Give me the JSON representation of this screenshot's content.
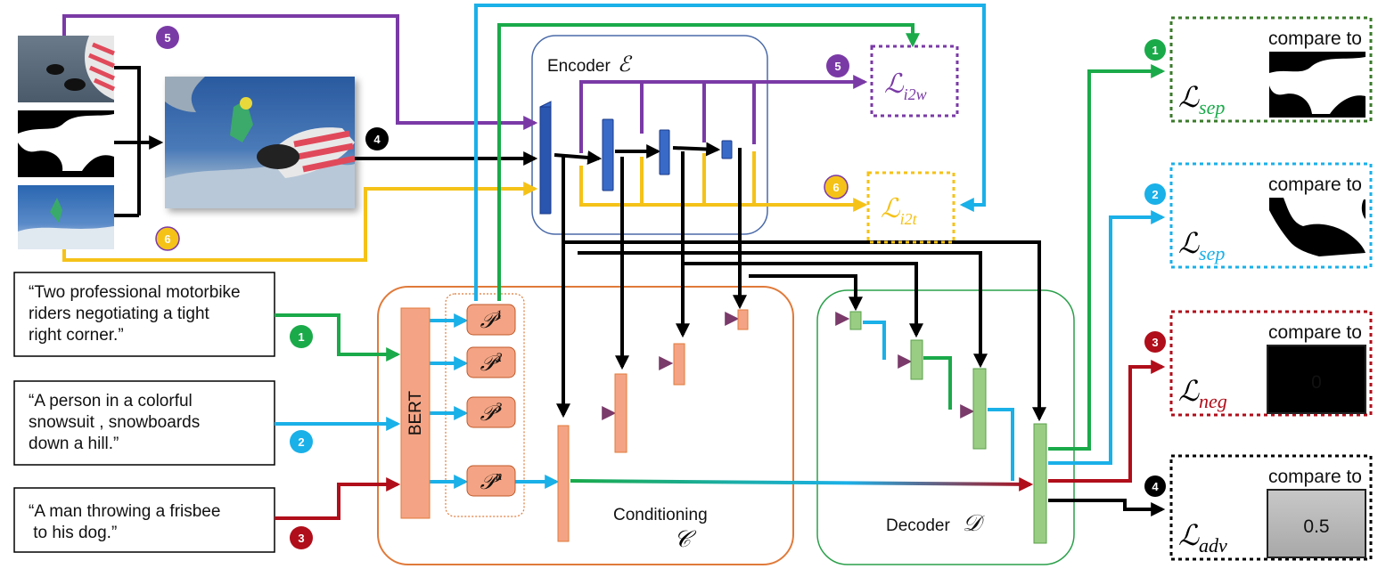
{
  "colors": {
    "green": "#1aaa4a",
    "blue": "#1ab0e8",
    "red": "#b00e1a",
    "purple": "#7a3aa6",
    "yellow": "#f5c218",
    "black": "#000000",
    "encoder_border": "#4a6aa8",
    "conditioning_border": "#e07a3a",
    "decoder_border": "#2aa04a",
    "encoder_block": "#3a6ac8",
    "projection_fill": "#f4a484",
    "decoder_block": "#9acd84"
  },
  "captions": [
    "“Two professional motorbike\nriders negotiating a tight\nright corner.”",
    "“A person in a colorful\nsnowsuit , snowboards\ndown a hill.”",
    "“A man throwing a frisbee\n to his dog.”"
  ],
  "modules": {
    "encoder_label": "Encoder",
    "encoder_symbol": "ℰ",
    "conditioning_label": "Conditioning",
    "conditioning_symbol": "𝒞",
    "decoder_label": "Decoder",
    "decoder_symbol": "𝒟",
    "bert_label": "BERT"
  },
  "projections": [
    {
      "base": "𝒫",
      "sup": "1"
    },
    {
      "base": "𝒫",
      "sup": "2"
    },
    {
      "base": "𝒫",
      "sup": "3"
    },
    {
      "base": "𝒫",
      "sup": "n"
    }
  ],
  "aux_losses": [
    {
      "base": "ℒ",
      "sub": "i2w",
      "color": "#7a3aa6"
    },
    {
      "base": "ℒ",
      "sub": "i2t",
      "color": "#f5c218"
    }
  ],
  "output_losses": [
    {
      "badge": "1",
      "badge_color": "#1aaa4a",
      "border_color": "#3a7a2a",
      "base": "ℒ",
      "sub": "sep",
      "sub_color": "#1aaa4a",
      "compare_label": "compare to",
      "target": "mask-a"
    },
    {
      "badge": "2",
      "badge_color": "#1ab0e8",
      "border_color": "#1ab0e8",
      "base": "ℒ",
      "sub": "sep",
      "sub_color": "#1ab0e8",
      "compare_label": "compare to",
      "target": "mask-b"
    },
    {
      "badge": "3",
      "badge_color": "#b00e1a",
      "border_color": "#b00e1a",
      "base": "ℒ",
      "sub": "neg",
      "sub_color": "#b00e1a",
      "compare_label": "compare to",
      "target": "value",
      "value": "0"
    },
    {
      "badge": "4",
      "badge_color": "#000000",
      "border_color": "#000000",
      "base": "ℒ",
      "sub": "adv",
      "sub_color": "#000000",
      "compare_label": "compare to",
      "target": "value",
      "value": "0.5"
    }
  ],
  "path_badges": [
    {
      "label": "5",
      "color": "#7a3aa6"
    },
    {
      "label": "4",
      "color": "#000000"
    },
    {
      "label": "6",
      "color": "#f5c218"
    },
    {
      "label": "5",
      "color": "#7a3aa6"
    },
    {
      "label": "6",
      "color": "#f5c218"
    },
    {
      "label": "1",
      "color": "#1aaa4a"
    },
    {
      "label": "2",
      "color": "#1ab0e8"
    },
    {
      "label": "3",
      "color": "#b00e1a"
    }
  ]
}
